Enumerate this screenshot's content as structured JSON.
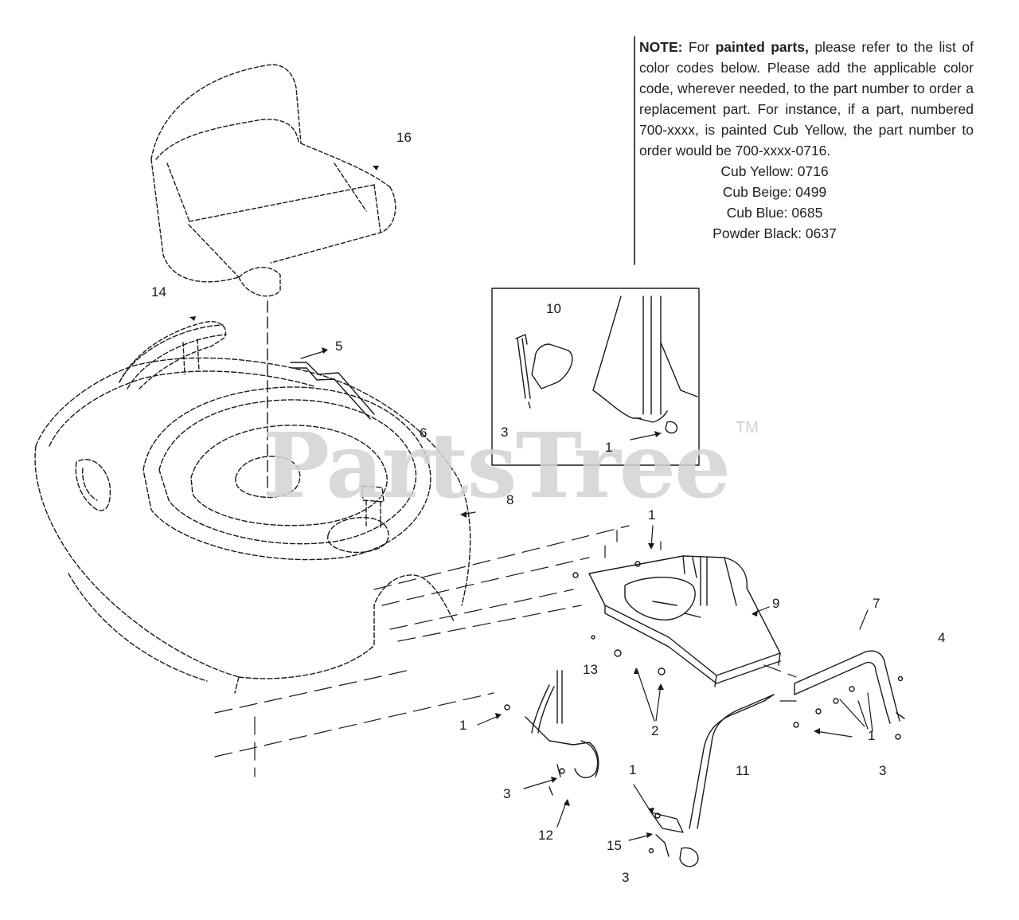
{
  "note": {
    "prefix": "NOTE:",
    "intro": "For",
    "bold_phrase": "painted parts,",
    "body": "please refer to the list of color codes below. Please add the applicable color code, wherever needed, to the part number to order a replacement part. For instance, if a part, numbered 700-xxxx, is painted Cub Yellow, the part number to order would be 700-xxxx-0716.",
    "color_codes": [
      "Cub Yellow: 0716",
      "Cub Beige: 0499",
      "Cub Blue: 0685",
      "Powder Black: 0637"
    ]
  },
  "watermark": {
    "text": "PartsTree",
    "tm": "TM"
  },
  "callouts": {
    "c16": "16",
    "c14": "14",
    "c5": "5",
    "c6": "6",
    "c8": "8",
    "c10": "10",
    "c3_inset": "3",
    "c1_inset": "1",
    "c1_top": "1",
    "c9": "9",
    "c7": "7",
    "c4": "4",
    "c13": "13",
    "c2": "2",
    "c1_left": "1",
    "c1_right": "1",
    "c3_left": "3",
    "c3_right": "3",
    "c11": "11",
    "c1_bottom": "1",
    "c12": "12",
    "c15": "15",
    "c3_bottom": "3"
  },
  "colors": {
    "line": "#1a1a1a",
    "watermark": "#d3d3d3"
  }
}
